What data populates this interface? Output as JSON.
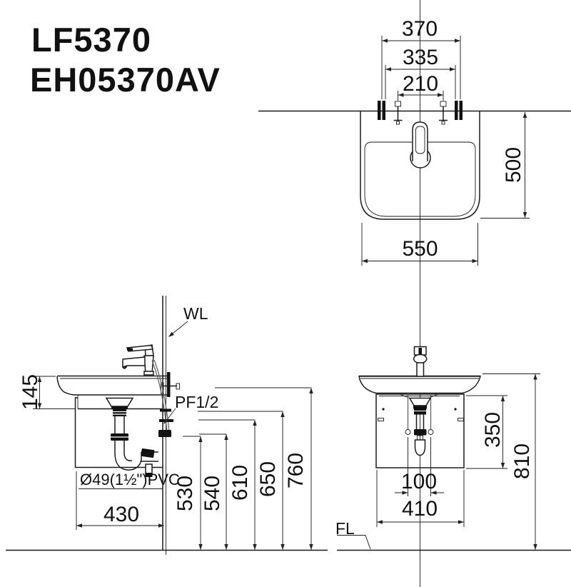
{
  "page": {
    "bg_color": "#ffffff",
    "line_color": "#1a1a1a"
  },
  "title": {
    "model_1": "LF5370",
    "model_2": "EH05370AV"
  },
  "plan_view": {
    "dim_370": "370",
    "dim_335": "335",
    "dim_210": "210",
    "dim_500": "500",
    "dim_550": "550"
  },
  "side_view": {
    "wall_label": "WL",
    "supply_label": "PF1/2",
    "drain_label": "Ø49(1½\")PVC",
    "dim_145": "145",
    "dim_430": "430",
    "dim_530": "530",
    "dim_540": "540",
    "dim_610": "610",
    "dim_650": "650",
    "dim_760": "760"
  },
  "front_view": {
    "floor_label": "FL",
    "dim_350": "350",
    "dim_810": "810",
    "dim_100": "100",
    "dim_410": "410"
  }
}
